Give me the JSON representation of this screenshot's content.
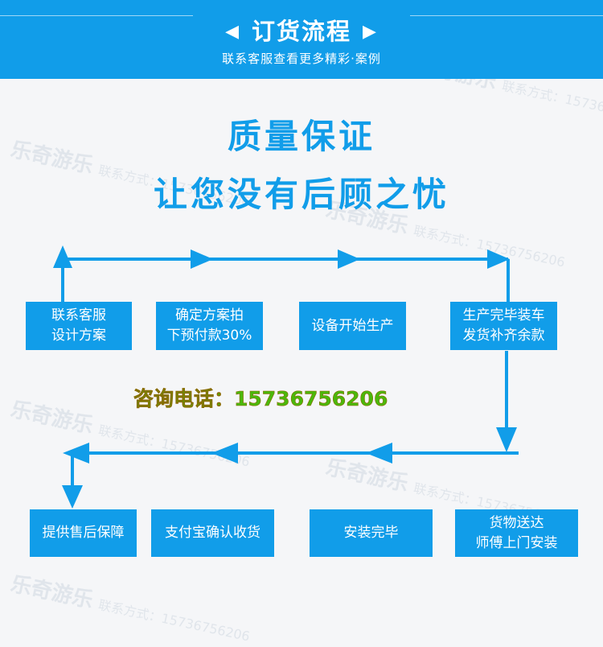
{
  "header": {
    "title": "订货流程",
    "subtitle": "联系客服查看更多精彩·案例",
    "color": "#119de9"
  },
  "headline": {
    "line1": "质量保证",
    "line2": "让您没有后顾之忧"
  },
  "watermark": {
    "brand": "乐奇游乐",
    "contact": "联系方式：15736756206"
  },
  "steps_top": [
    {
      "label": "联系客服\n设计方案"
    },
    {
      "label": "确定方案拍\n下预付款30%"
    },
    {
      "label": "设备开始生产"
    },
    {
      "label": "生产完毕装车\n发货补齐余款"
    }
  ],
  "steps_bottom": [
    {
      "label": "提供售后保障"
    },
    {
      "label": "支付宝确认收货"
    },
    {
      "label": "安装完毕"
    },
    {
      "label": "货物送达\n师傅上门安装"
    }
  ],
  "phone": "咨询电话：15736756206"
}
